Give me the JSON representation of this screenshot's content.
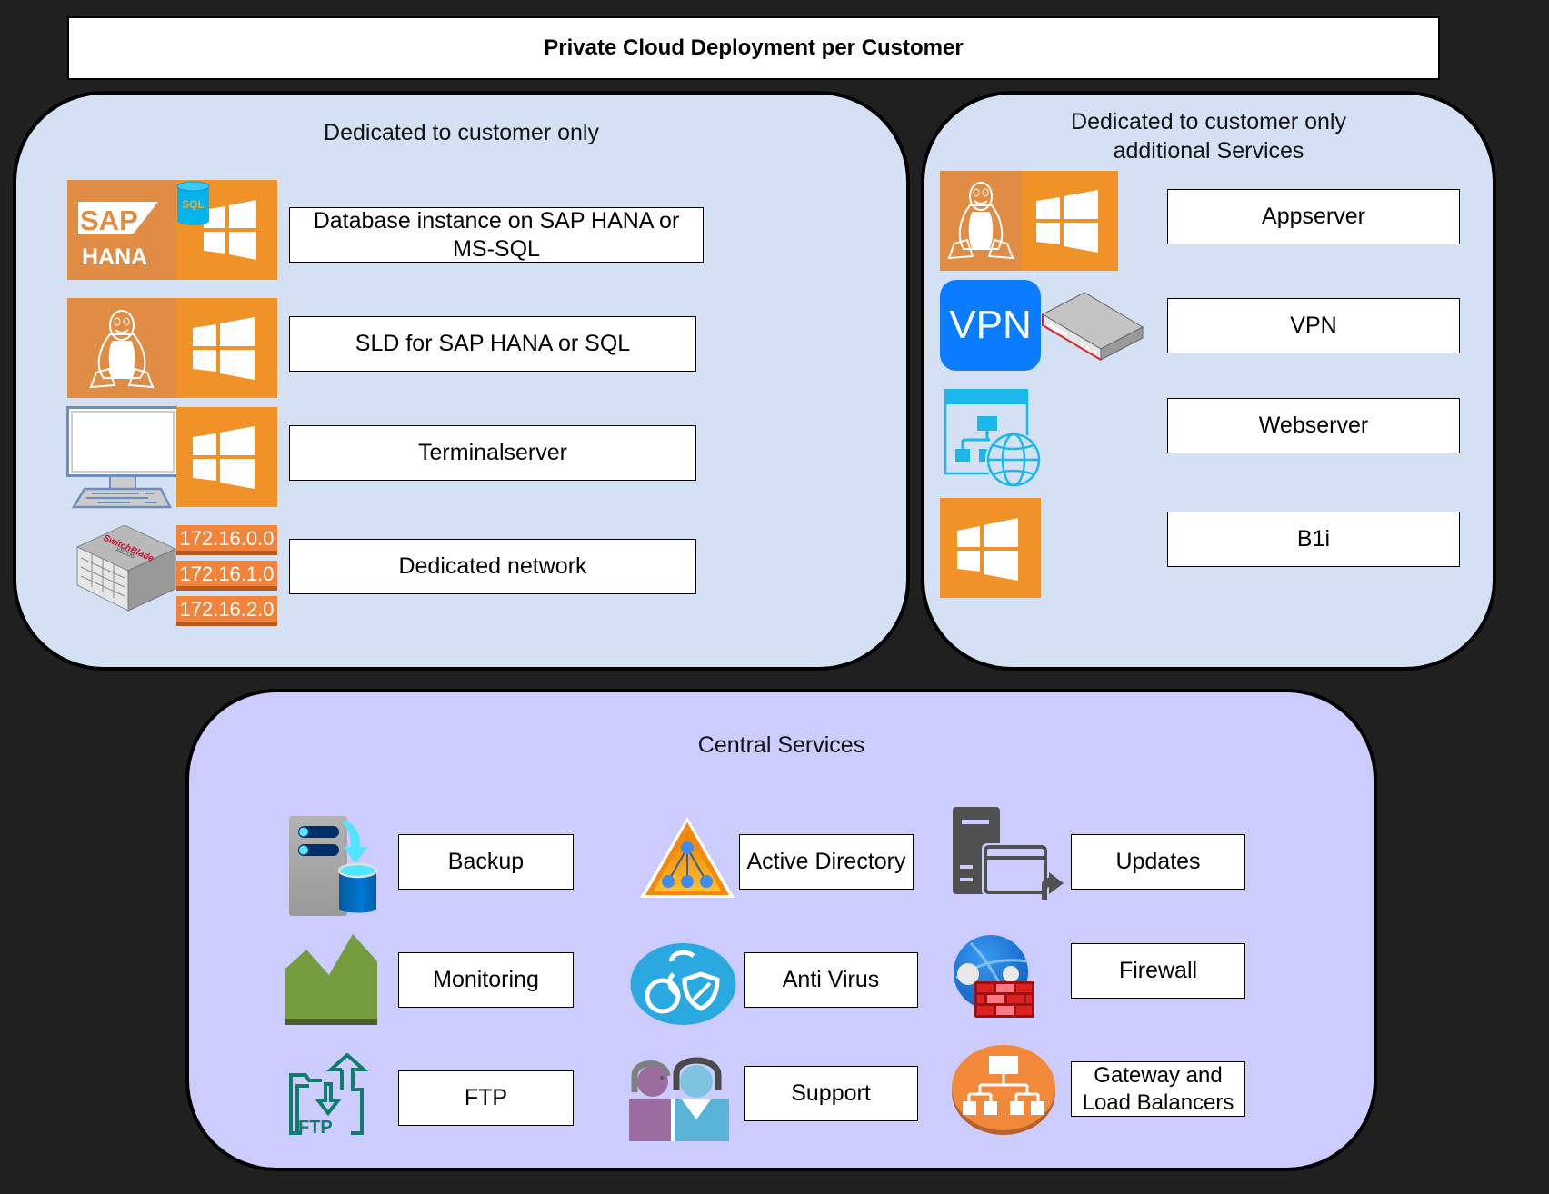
{
  "title": "Private Cloud Deployment per Customer",
  "panels": {
    "dedicated": {
      "title": "Dedicated to customer only",
      "items": [
        {
          "label": "Database instance on SAP HANA or MS-SQL",
          "icons": [
            "sap-hana-icon",
            "sql-database-icon",
            "windows-icon"
          ]
        },
        {
          "label": "SLD for SAP HANA or SQL",
          "icons": [
            "linux-icon",
            "windows-icon"
          ]
        },
        {
          "label": "Terminalserver",
          "icons": [
            "desktop-computer-icon",
            "windows-icon"
          ]
        },
        {
          "label": "Dedicated network",
          "icons": [
            "switch-icon"
          ]
        }
      ],
      "sap_text": "SAP",
      "hana_text": "HANA",
      "sql_text": "SQL",
      "switch_brand": "SwitchBlade",
      "switch_model": "x8106",
      "subnets": [
        "172.16.0.0",
        "172.16.1.0",
        "172.16.2.0"
      ]
    },
    "additional": {
      "title_line1": "Dedicated to customer only",
      "title_line2": "additional Services",
      "items": [
        {
          "label": "Appserver",
          "icons": [
            "linux-icon",
            "windows-icon"
          ]
        },
        {
          "label": "VPN",
          "icons": [
            "vpn-icon",
            "router-icon"
          ]
        },
        {
          "label": "Webserver",
          "icons": [
            "web-server-icon"
          ]
        },
        {
          "label": "B1i",
          "icons": [
            "windows-icon"
          ]
        }
      ],
      "vpn_text": "VPN"
    },
    "central": {
      "title": "Central Services",
      "items": [
        {
          "label": "Backup",
          "icon": "backup-icon"
        },
        {
          "label": "Active Directory",
          "icon": "active-directory-icon"
        },
        {
          "label": "Updates",
          "icon": "updates-icon"
        },
        {
          "label": "Monitoring",
          "icon": "monitoring-icon"
        },
        {
          "label": "Anti Virus",
          "icon": "antivirus-icon"
        },
        {
          "label": "Firewall",
          "icon": "firewall-icon"
        },
        {
          "label": "FTP",
          "icon": "ftp-icon"
        },
        {
          "label": "Support",
          "icon": "support-icon"
        },
        {
          "label": "Gateway and Load Balancers",
          "icon": "load-balancer-icon"
        }
      ],
      "gateway_line1": "Gateway and",
      "gateway_line2": "Load Balancers",
      "ftp_text": "FTP"
    }
  },
  "colors": {
    "background": "#202020",
    "dedicated_panel": "#D4E1F5",
    "central_panel": "#CCCCFF",
    "linux_tile": "#E08C44",
    "windows_tile": "#F09228"
  }
}
